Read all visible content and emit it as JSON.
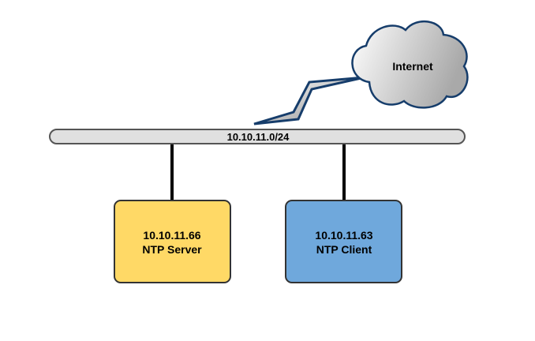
{
  "cloud": {
    "label": "Internet"
  },
  "network": {
    "label": "10.10.11.0/24"
  },
  "nodes": [
    {
      "ip": "10.10.11.66",
      "role": "NTP Server",
      "color": "#ffd966"
    },
    {
      "ip": "10.10.11.63",
      "role": "NTP Client",
      "color": "#6fa8dc"
    }
  ]
}
